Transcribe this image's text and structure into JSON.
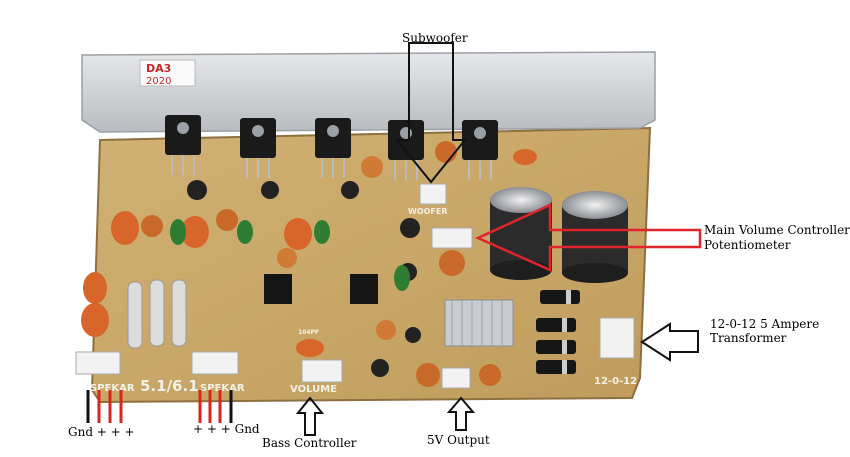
{
  "heatsink_marking": {
    "line1": "DA3",
    "line2": "2020"
  },
  "board_silkscreen": {
    "woofer": "WOOFER",
    "speaker_left": "SPEKAR",
    "speaker_right": "SPEKAR",
    "model": "5.1/6.1",
    "volume": "VOLUME",
    "transformer_input": "12-0-12",
    "cap_value": "104PF"
  },
  "annotations": {
    "subwoofer": "Subwoofer",
    "main_volume_line1": "Main Volume Controller",
    "main_volume_line2": "Potentiometer",
    "transformer_line1": "12-0-12 5 Ampere",
    "transformer_line2": "Transformer",
    "bass_controller": "Bass Controller",
    "output_5v": "5V Output",
    "gnd_left": "Gnd + + +",
    "gnd_right": "+ + + Gnd"
  },
  "colors": {
    "pcb": "#c9a866",
    "annotation_arrow": "#e0242b",
    "wire_red": "#d8261e",
    "wire_black": "#111111",
    "heatsink": "#d3d5d7"
  }
}
